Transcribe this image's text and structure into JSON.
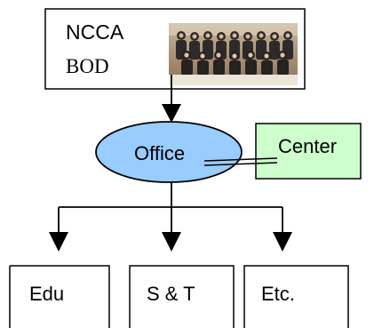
{
  "diagram": {
    "board": {
      "line1": "NCCA",
      "line2": "BOD"
    },
    "office": "Office",
    "center": "Center",
    "departments": [
      {
        "label": "Edu"
      },
      {
        "label": "S & T"
      },
      {
        "label": "Etc."
      }
    ]
  },
  "colors": {
    "office_fill": "#99ccff",
    "center_fill": "#ccffcc",
    "stroke": "#000000"
  }
}
